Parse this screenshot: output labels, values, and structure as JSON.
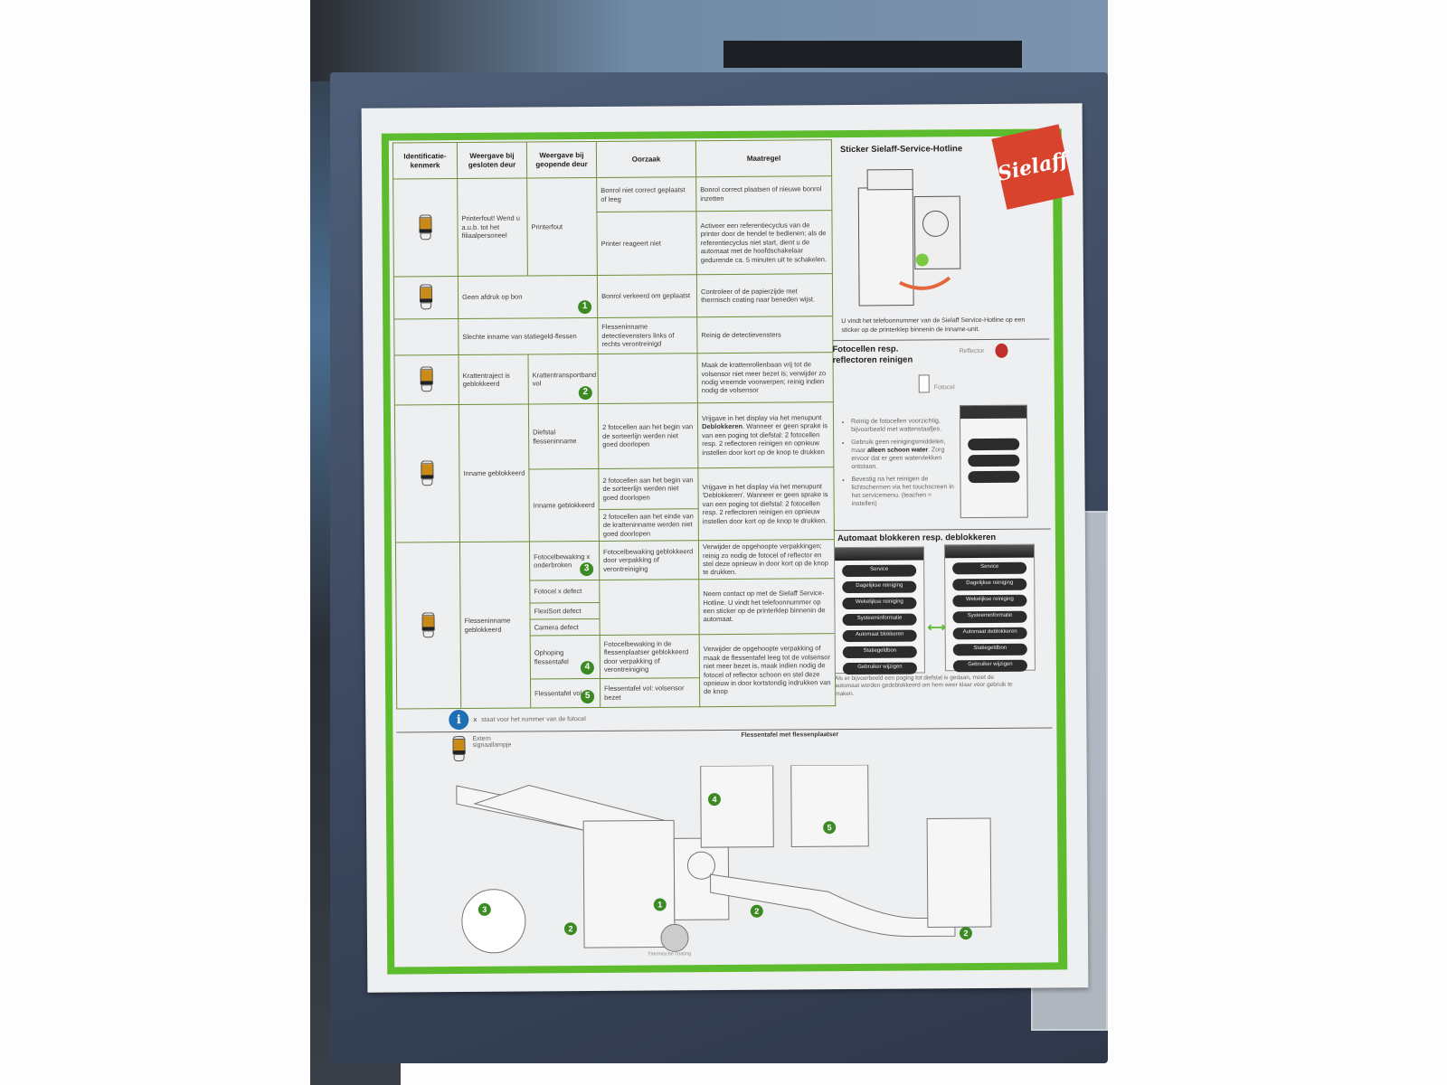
{
  "table": {
    "headers": [
      "Identificatie-kenmerk",
      "Weergave bij gesloten deur",
      "Weergave bij geopende deur",
      "Oorzaak",
      "Maatregel"
    ],
    "r1": {
      "closed": "Printerfout! Wend u a.u.b. tot het filiaalpersoneel",
      "open": "Printerfout",
      "cause_a": "Bonrol niet correct geplaatst of leeg",
      "action_a": "Bonrol correct plaatsen of nieuwe bonrol inzetten",
      "cause_b": "Printer reageert niet",
      "action_b": "Activeer een referentiecyclus van de printer door de hendel te bedienen; als de referentiecyclus niet start, dient u de automaat met de hoofdschakelaar gedurende ca. 5 minuten uit te schakelen."
    },
    "r2": {
      "display": "Geen afdruk op bon",
      "badge": "1",
      "cause": "Bonrol verkeerd om geplaatst",
      "action": "Controleer of de papierzijde met thermisch coating naar beneden wijst."
    },
    "r3": {
      "display": "Slechte inname van statiegeld-flessen",
      "cause": "Flesseninname detectievensters links of rechts verontreinigd",
      "action": "Reinig de detectievensters"
    },
    "r4": {
      "closed": "Krattentraject is geblokkeerd",
      "open": "Krattentransportband vol",
      "badge": "2",
      "action": "Maak de krattenrollenbaan vrij tot de volsensor niet meer bezet is; verwijder zo nodig vreemde voorwerpen; reinig indien nodig de volsensor"
    },
    "r5": {
      "closed": "Inname geblokkeerd",
      "open_a": "Diefstal flesseninname",
      "cause_a": "2 fotocellen aan het begin van de sorteerlijn werden niet goed doorlopen",
      "action_a_pre": "Vrijgave in het display via het menupunt ",
      "action_a_bold": "Deblokkeren",
      "action_a_post": ". Wanneer er geen sprake is van een poging tot diefstal: 2 fotocellen resp. 2 reflectoren reinigen en opnieuw instellen door kort op de knop te drukken",
      "open_b": "Inname geblokkeerd",
      "cause_b": "2 fotocellen aan het begin van de sorteerlijn werden niet goed doorlopen",
      "cause_c": "2 fotocellen aan het einde van de kratteninname werden niet goed doorlopen",
      "action_b": "Vrijgave in het display via het menupunt 'Deblokkeren'. Wanneer er geen sprake is van een poging tot diefstal: 2 fotocellen resp. 2 reflectoren reinigen en opnieuw instellen door kort op de knop te drukken."
    },
    "r6": {
      "closed": "Flesseninname geblokkeerd",
      "open_a": "Fotocelbewaking x onderbroken",
      "badge_a": "3",
      "cause_a": "Fotocelbewaking geblokkeerd door verpakking of verontreiniging",
      "action_a": "Verwijder de opgehoopte verpakkingen; reinig zo nodig de fotocel of reflector en stel deze opnieuw in door kort op de knop te drukken.",
      "open_b": "Fotocel x defect",
      "open_c": "FlexiSort defect",
      "open_d": "Camera defect",
      "action_b": "Neem contact op met de Sielaff Service-Hotline. U vindt het telefoonnummer op een sticker op de printerklep binnenin de automaat.",
      "open_e": "Ophoping flessentafel",
      "badge_e": "4",
      "cause_e": "Fotocelbewaking in de flessenplaatser geblokkeerd door verpakking of verontreiniging",
      "action_e": "Verwijder de opgehoopte verpakking of maak de flessentafel leeg tot de volsensor niet meer bezet is, maak indien nodig de fotocel of reflector schoon en stel deze opnieuw in door kortstondig indrukken van de knop",
      "open_f": "Flessentafel vol",
      "badge_f": "5",
      "cause_f": "Flessentafel vol: volsensor bezet"
    }
  },
  "logo": "Sielaff",
  "hotline": {
    "title": "Sticker Sielaff-Service-Hotline",
    "text": "U vindt het telefoonnummer van de Sielaff Service-Hotline op een sticker op de printerklep binnenin de inname-unit."
  },
  "clean": {
    "title": "Fotocellen resp. reflectoren reinigen",
    "reflector": "Reflector",
    "fotocel": "Fotocel",
    "b1": "Reinig de fotocellen voorzichtig, bijvoorbeeld met wattenstaafjes.",
    "b2_pre": "Gebruik geen reinigingsmiddelen, maar ",
    "b2_bold": "alleen schoon water",
    "b2_post": ". Zorg ervoor dat er geen watervlekken ontstaan.",
    "b3": "Bevestig na het reinigen de lichtschermen via het touchscreen in het servicemenu. (teachen = instellen)"
  },
  "block": {
    "title": "Automaat blokkeren resp. deblokkeren",
    "left": [
      "Service",
      "Dagelijkse reiniging",
      "Wekelijkse reiniging",
      "Systeeminformatie",
      "Automaat blokkeren",
      "Statiegeldbon",
      "Gebruiker wijzigen"
    ],
    "right": [
      "Service",
      "Dagelijkse reiniging",
      "Wekelijkse reiniging",
      "Systeeminformatie",
      "Automaat deblokkeren",
      "Statiegeldbon",
      "Gebruiker wijzigen"
    ],
    "caption": "Als er bijvoorbeeld een poging tot diefstal is gedaan, moet de automaat worden gedeblokkeerd om hem weer klaar voor gebruik te maken."
  },
  "info": {
    "text": "staat voor het nummer van de fotocel",
    "x": "x"
  },
  "bottom": {
    "lamp": "Extern signaallampje",
    "flessentafel": "Flessentafel met flessenplaatser",
    "coating": "Thermische coating",
    "n1": "1",
    "n2": "2",
    "n3": "3",
    "n4": "4",
    "n5": "5"
  }
}
